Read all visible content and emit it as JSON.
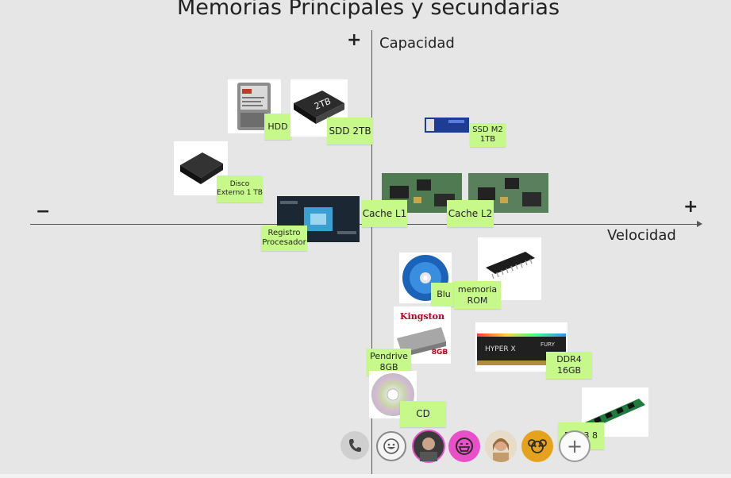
{
  "title": "Memorias Principales y secundarias",
  "axes": {
    "plus_top": "+",
    "y_label": "Capacidad",
    "minus_left": "−",
    "plus_right": "+",
    "x_label": "Velocidad"
  },
  "notes": {
    "hdd": "HDD",
    "sdd": "SDD 2TB",
    "ssd": "SSD M2 1TB",
    "disco": "Disco Externo 1 TB",
    "cache_l1": "Cache L1",
    "cache_l2": "Cache L2",
    "registro": "Registro Procesador",
    "blu": "Blu",
    "rom": "memoria ROM",
    "pendrive": "Pendrive 8GB",
    "cd": "CD",
    "ddr4": "DDR4 16GB",
    "ddr3": "DDR3 8"
  },
  "images": {
    "hdd_label": "",
    "ssd_label": "2TB",
    "kingston": "Kingston",
    "pendrive_size": "8GB",
    "hyperx": "HYPER X",
    "fury": "FURY"
  },
  "toolbar": {
    "add": "+"
  },
  "colors": {
    "note": "#c6f88a",
    "background": "#e6e6e6",
    "avatar_pink": "#e94fc8",
    "avatar_gold": "#e5a21d"
  }
}
